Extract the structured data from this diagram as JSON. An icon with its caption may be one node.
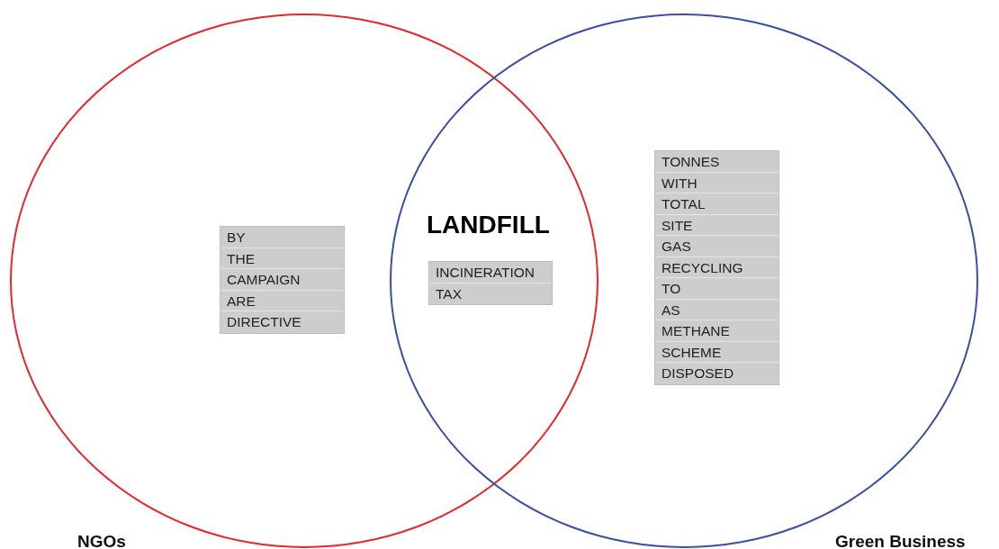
{
  "diagram": {
    "nodes": [
      {
        "text": [
          "NGOs"
        ]
      },
      {
        "text": [
          "Green Business"
        ]
      },
      {
        "text": [
          "BY",
          "THE",
          "CAMPAIGN",
          "ARE",
          "DIRECTIVE"
        ],
        "in": 0
      },
      {
        "text": [
          "INCINERATION",
          "TAX"
        ]
      },
      {
        "text": [
          "TONNES",
          "WITH",
          "TOTAL",
          "SITE",
          "GAS",
          "RECYCLING",
          "TO",
          "AS",
          "METHANE",
          "SCHEME",
          "DISPOSED"
        ],
        "in": 1
      }
    ],
    "labels": [
      "LANDFILL"
    ]
  }
}
